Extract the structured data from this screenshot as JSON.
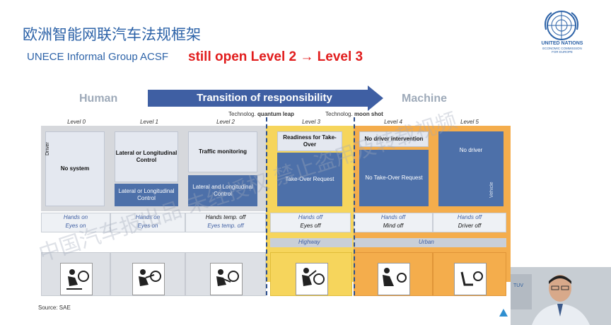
{
  "header": {
    "title_cn": "欧洲智能网联汽车法规框架",
    "subtitle": "UNECE Informal Group ACSF",
    "status": "still open Level 2 → Level 3"
  },
  "logo": {
    "name": "UNITED NATIONS",
    "sub1": "ECONOMIC COMMISSION",
    "sub2": "FOR EUROPE"
  },
  "transition": {
    "left": "Human",
    "arrow": "Transition of responsibility",
    "right": "Machine"
  },
  "leaps": {
    "quantum_prefix": "Technolog.",
    "quantum": "quantum leap",
    "moon_prefix": "Technolog.",
    "moon": "moon shot"
  },
  "levels": [
    {
      "label": "Level 0",
      "top": "",
      "bottom": "No system",
      "side": "Driver",
      "row1": "Hands on",
      "row2": "Eyes on"
    },
    {
      "label": "Level 1",
      "top": "Lateral or Longitudinal Control",
      "bottom": "Lateral or Longitudinal Control",
      "row1": "Hands on",
      "row2": "Eyes on"
    },
    {
      "label": "Level 2",
      "top": "Traffic monitoring",
      "bottom": "Lateral and Longitudinal Control",
      "row1": "Hands temp. off",
      "row2": "Eyes temp. off"
    },
    {
      "label": "Level 3",
      "top": "Readiness for Take-Over",
      "bottom": "Take-Over Request",
      "row1": "Hands off",
      "row2": "Eyes off"
    },
    {
      "label": "Level 4",
      "top": "No driver intervention",
      "bottom": "No Take-Over Request",
      "row1": "Hands off",
      "row2": "Mind off"
    },
    {
      "label": "Level 5",
      "top": "No driver",
      "bottom": "",
      "side": "Vehicle",
      "row1": "Hands off",
      "row2": "Driver off"
    }
  ],
  "roads": {
    "highway": "Highway",
    "urban": "Urban"
  },
  "source": "Source: SAE",
  "watermark": "中国汽车报出品 未经授权 禁止盗用及转载视频",
  "colors": {
    "accent_blue": "#3f5fa3",
    "alert_red": "#e11d1d",
    "level3_yellow": "#f6d55c",
    "level45_orange": "#f4ad4c"
  }
}
